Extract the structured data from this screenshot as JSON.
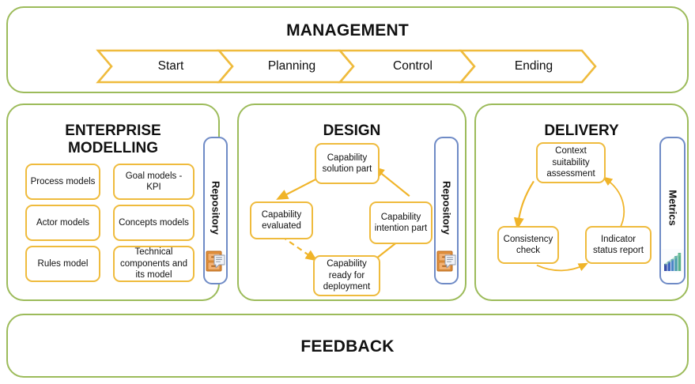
{
  "management": {
    "title": "MANAGEMENT",
    "steps": [
      {
        "label": "Start"
      },
      {
        "label": "Planning"
      },
      {
        "label": "Control"
      },
      {
        "label": "Ending"
      }
    ]
  },
  "enterprise": {
    "title_line1": "ENTERPRISE",
    "title_line2": "MODELLING",
    "boxes": [
      {
        "label": "Process models"
      },
      {
        "label": "Goal models - KPI"
      },
      {
        "label": "Actor models"
      },
      {
        "label": "Concepts models"
      },
      {
        "label": "Rules model"
      },
      {
        "label": "Technical components and its model"
      }
    ],
    "repository": {
      "label": "Repository",
      "icon": "file-cabinet-icon"
    }
  },
  "design": {
    "title": "DESIGN",
    "nodes": [
      {
        "label": "Capability solution part"
      },
      {
        "label": "Capability intention part"
      },
      {
        "label": "Capability ready for deployment"
      },
      {
        "label": "Capability evaluated"
      }
    ],
    "repository": {
      "label": "Repository",
      "icon": "file-cabinet-icon"
    }
  },
  "delivery": {
    "title": "DELIVERY",
    "nodes": [
      {
        "label": "Context suitability assessment"
      },
      {
        "label": "Indicator status report"
      },
      {
        "label": "Consistency check"
      }
    ],
    "metrics": {
      "label": "Metrics",
      "icon": "bar-chart-icon"
    }
  },
  "feedback": {
    "title": "FEEDBACK"
  },
  "colors": {
    "panel_border_green": "#9CBB5A",
    "box_border_gold": "#EFBB3D",
    "side_panel_blue": "#6F8BC6",
    "arrow_gold": "#F0B429",
    "text": "#111111",
    "background": "#FFFFFF"
  }
}
